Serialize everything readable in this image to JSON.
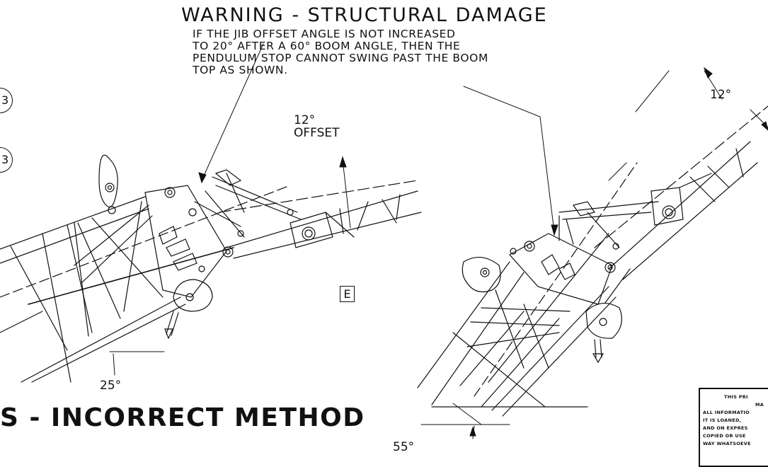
{
  "warning": {
    "title": "WARNING - STRUCTURAL DAMAGE",
    "lines": [
      "IF THE JIB OFFSET ANGLE IS NOT INCREASED",
      "TO 20° AFTER A 60° BOOM ANGLE, THEN THE",
      "PENDULUM STOP CANNOT SWING PAST THE BOOM",
      "TOP AS SHOWN."
    ]
  },
  "callouts": {
    "left_offset_value": "12°",
    "left_offset_label": "OFFSET",
    "left_boom_angle": "25°",
    "right_offset": "12°",
    "right_boom_angle": "55°",
    "detail_label": "E",
    "circle_1": "3",
    "circle_2": "3"
  },
  "heading": "S - INCORRECT METHOD",
  "notice_lines": [
    "THIS PRI",
    "MA",
    "ALL INFORMATIO",
    "IT IS LOANED,",
    "AND ON EXPRES",
    "COPIED OR USE",
    "WAY WHATSOEVE"
  ]
}
